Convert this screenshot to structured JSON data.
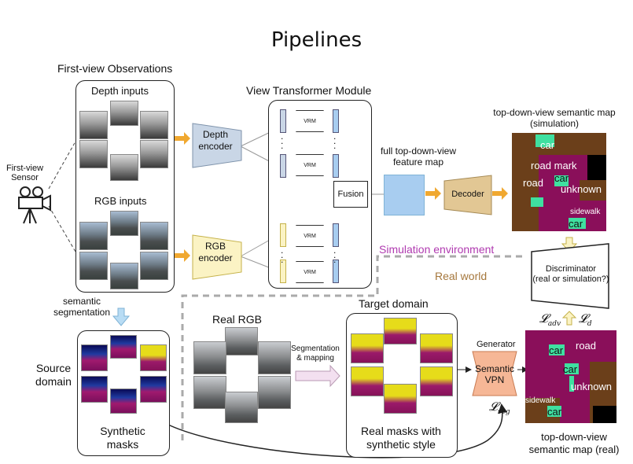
{
  "title": "Pipelines",
  "first_view": {
    "heading": "First-view Observations",
    "depth_inputs": "Depth inputs",
    "rgb_inputs": "RGB inputs",
    "sensor": "First-view\nSensor"
  },
  "encoders": {
    "depth": "Depth\nencoder",
    "rgb": "RGB\nencoder"
  },
  "vtm": {
    "heading": "View Transformer Module",
    "vrm": "VRM",
    "fusion": "Fusion"
  },
  "feature_map": "full top-down-view\nfeature map",
  "decoder": "Decoder",
  "sim_map": {
    "heading": "top-down-view semantic map\n(simulation)",
    "labels": [
      "car",
      "road mark",
      "road",
      "car",
      "unknown",
      "sidewalk",
      "car"
    ]
  },
  "sim_env": "Simulation environment",
  "real_world": "Real world",
  "discriminator": "Discriminator\n(real or simulation?)",
  "losses": {
    "adv": "𝓛",
    "adv_sub": "adv",
    "d": "𝓛",
    "d_sub": "d",
    "seg": "𝓛",
    "seg_sub": "seg"
  },
  "semantic_segmentation": "semantic\nsegmentation",
  "source_domain": "Source\ndomain",
  "synthetic_masks": "Synthetic\nmasks",
  "real_rgb": "Real RGB",
  "seg_mapping": "Segmentation\n& mapping",
  "target_domain": "Target domain",
  "real_masks": "Real masks with\nsynthetic style",
  "generator": "Generator",
  "semantic_vpn": "Semantic\nVPN",
  "real_map": {
    "heading": "top-down-view\nsemantic map (real)",
    "labels": [
      "car",
      "road",
      "car",
      "unknown",
      "sidewalk",
      "car"
    ]
  },
  "colors": {
    "depth_encoder": "#c9d6e6",
    "rgb_encoder": "#fbf3c4",
    "decoder": "#e2c794",
    "feature_map": "#a8cdf0",
    "vpn": "#f6b796",
    "orange_arrow": "#f0a830",
    "sim_env_text": "#b03ab0",
    "real_world_text": "#a5773c",
    "map_road": "#8a0f5a",
    "map_unknown": "#6b3f1a",
    "map_car": "#3fe0a0"
  }
}
